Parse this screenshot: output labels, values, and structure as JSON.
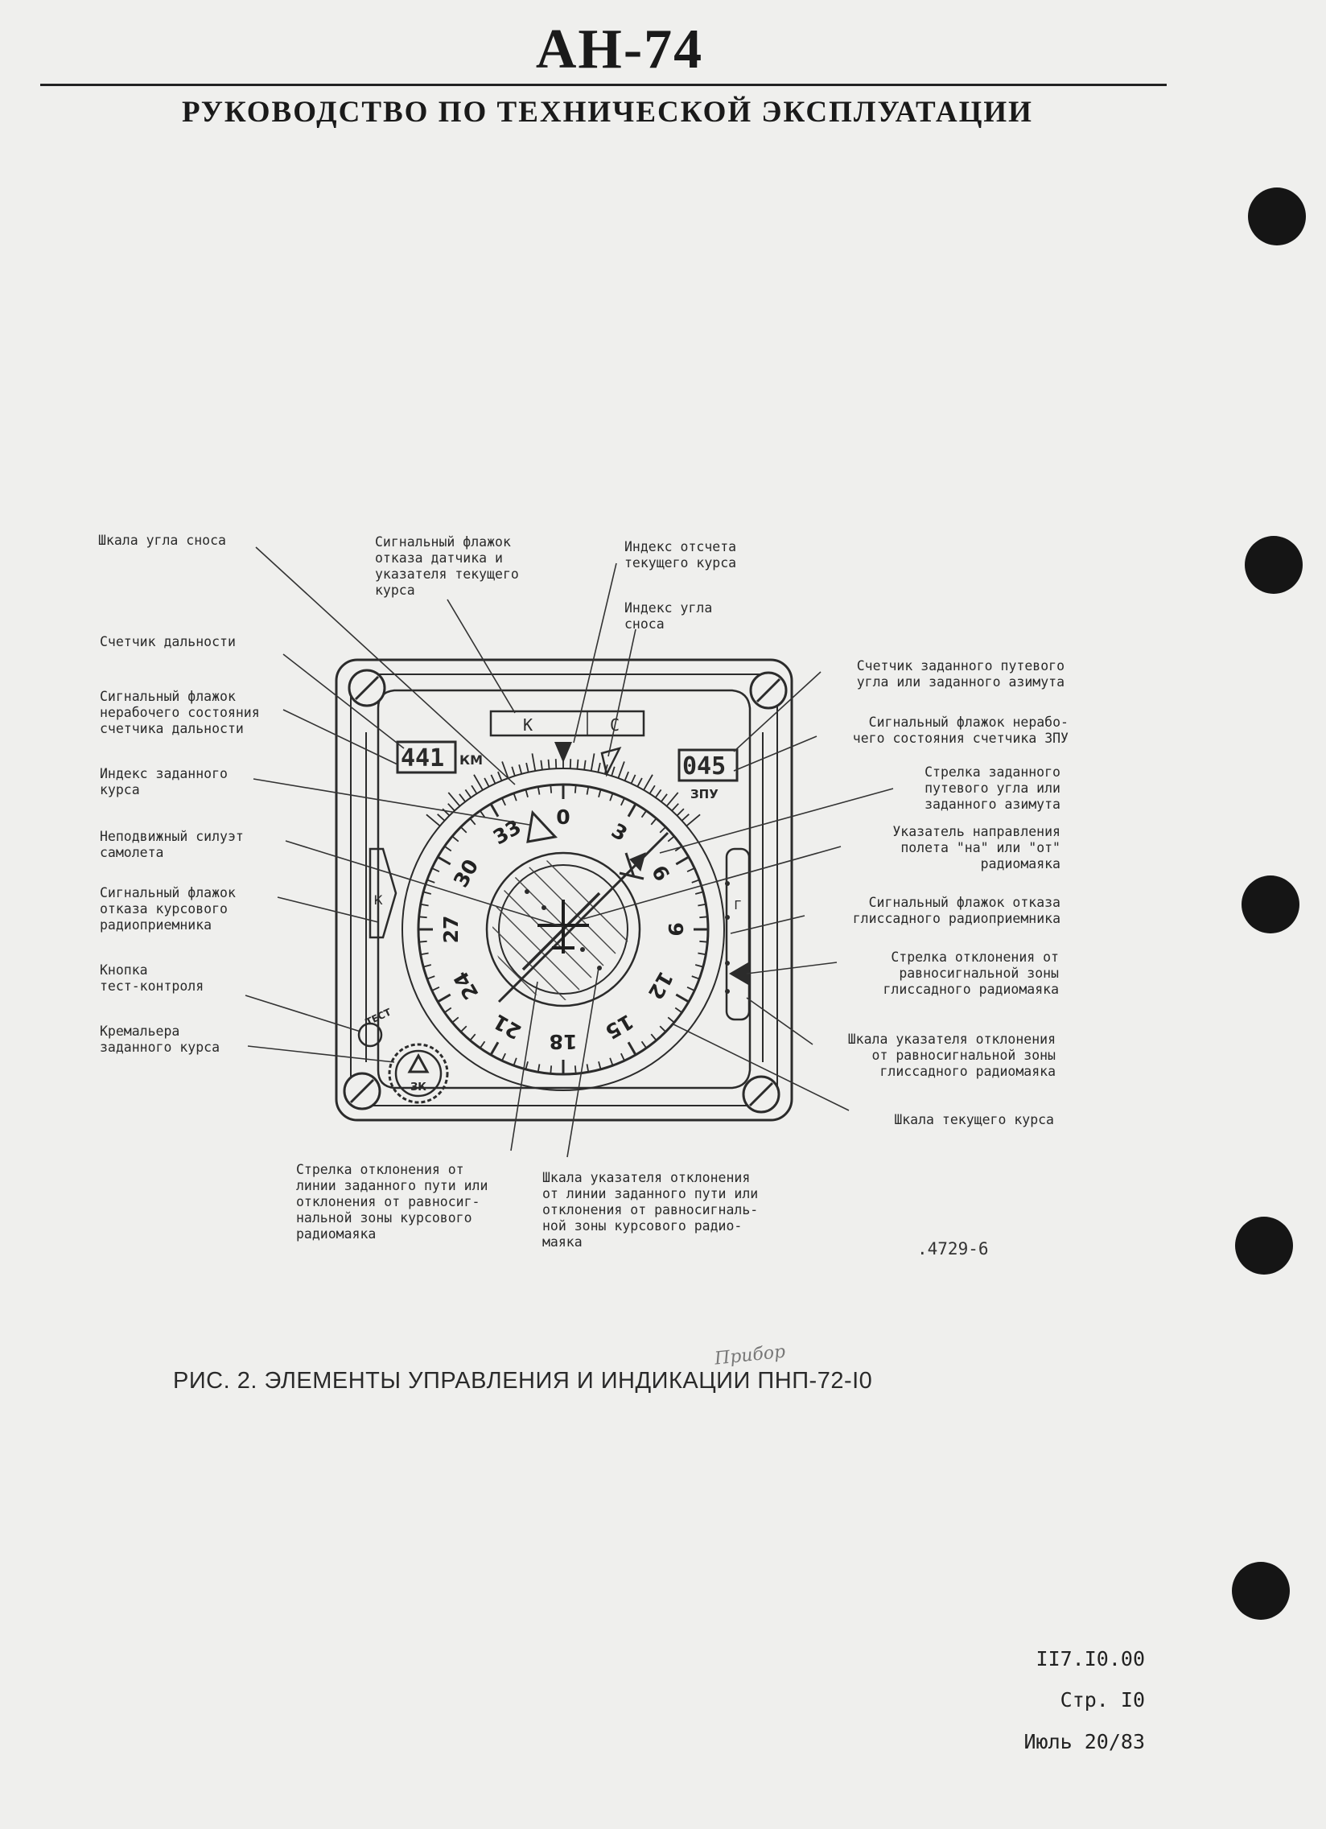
{
  "header": {
    "title": "АН-74",
    "subtitle": "РУКОВОДСТВО ПО ТЕХНИЧЕСКОЙ ЭКСПЛУАТАЦИИ"
  },
  "labels": {
    "drift_scale": "Шкала угла сноса",
    "flag_sensor": "Сигнальный флажок\nотказа датчика и\nуказателя текущего\nкурса",
    "current_heading_index": "Индекс отсчета\nтекущего курса",
    "drift_index": "Индекс угла\nсноса",
    "distance_counter": "Счетчик дальности",
    "flag_distance": "Сигнальный флажок\nнерабочего состояния\nсчетчика дальности",
    "set_course_index": "Индекс заданного\nкурса",
    "aircraft_silhouette": "Неподвижный силуэт\nсамолета",
    "flag_course_receiver": "Сигнальный флажок\nотказа курсового\nрадиоприемника",
    "test_button": "Кнопка\nтест-контроля",
    "course_knob": "Кремальера\nзаданного курса",
    "set_track_counter": "Счетчик заданного путевого\nугла или заданного азимута",
    "flag_zpu": "Сигнальный флажок нерабо-\nчего состояния счетчика ЗПУ",
    "set_track_arrow": "Стрелка заданного\nпутевого угла или\nзаданного азимута",
    "to_from_indicator": "Указатель направления\nполета \"на\" или \"от\"\nрадиомаяка",
    "flag_glide_receiver": "Сигнальный флажок отказа\nглиссадного радиоприемника",
    "glide_arrow": "Стрелка отклонения от\nравносигнальной зоны\nглиссадного радиомаяка",
    "glide_scale": "Шкала указателя отклонения\nот равносигнальной зоны\nглиссадного радиомаяка",
    "current_heading_scale": "Шкала текущего курса",
    "course_deviation_arrow": "Стрелка отклонения от\nлинии заданного пути или\nотклонения от равносиг-\nнальной зоны курсового\nрадиомаяка",
    "course_deviation_scale": "Шкала указателя отклонения\nот линии заданного пути или\nотклонения от равносигналь-\nной зоны курсового радио-\nмаяка"
  },
  "instrument": {
    "distance_value": "441",
    "distance_unit": "КМ",
    "zpu_value": "045",
    "zpu_unit": "ЗПУ",
    "flag_k": "К",
    "flag_c": "С",
    "left_flag": "К",
    "right_flag": "Г",
    "test_label": "ТЕСТ",
    "knob_label": "ЗК",
    "heading_labels": [
      "0",
      "3",
      "6",
      "9",
      "12",
      "15",
      "18",
      "21",
      "24",
      "27",
      "30",
      "33"
    ]
  },
  "figure": {
    "number": ".4729-6",
    "caption": "РИС. 2. ЭЛЕМЕНТЫ УПРАВЛЕНИЯ И ИНДИКАЦИИ ПНП-72-I0",
    "handwritten_note": "Прибор"
  },
  "footer": {
    "doc_code": "II7.I0.00",
    "page": "Стр. I0",
    "date": "Июль 20/83"
  },
  "colors": {
    "paper": "#efefed",
    "ink": "#2a2a2a",
    "hole": "#151515"
  }
}
